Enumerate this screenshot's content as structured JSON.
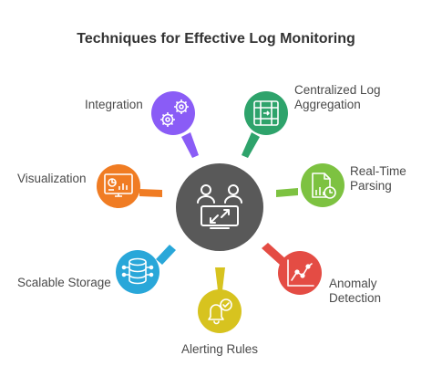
{
  "title": "Techniques for Effective Log Monitoring",
  "center": {
    "icon": "users-collaboration-icon",
    "color": "#595959"
  },
  "techniques": [
    {
      "id": "integration",
      "label": [
        "Integration"
      ],
      "color": "#8a5cf6",
      "icon": "gears-icon"
    },
    {
      "id": "centralized-log-aggregation",
      "label": [
        "Centralized Log",
        "Aggregation"
      ],
      "color": "#2ea36b",
      "icon": "aggregation-grid-icon"
    },
    {
      "id": "real-time-parsing",
      "label": [
        "Real-Time",
        "Parsing"
      ],
      "color": "#7dc241",
      "icon": "document-clock-icon"
    },
    {
      "id": "anomaly-detection",
      "label": [
        "Anomaly",
        "Detection"
      ],
      "color": "#e44c44",
      "icon": "line-chart-icon"
    },
    {
      "id": "alerting-rules",
      "label": [
        "Alerting Rules"
      ],
      "color": "#d7c31f",
      "icon": "bell-check-icon"
    },
    {
      "id": "scalable-storage",
      "label": [
        "Scalable Storage"
      ],
      "color": "#29a7d9",
      "icon": "database-icon"
    },
    {
      "id": "visualization",
      "label": [
        "Visualization"
      ],
      "color": "#f07c23",
      "icon": "dashboard-monitor-icon"
    }
  ]
}
